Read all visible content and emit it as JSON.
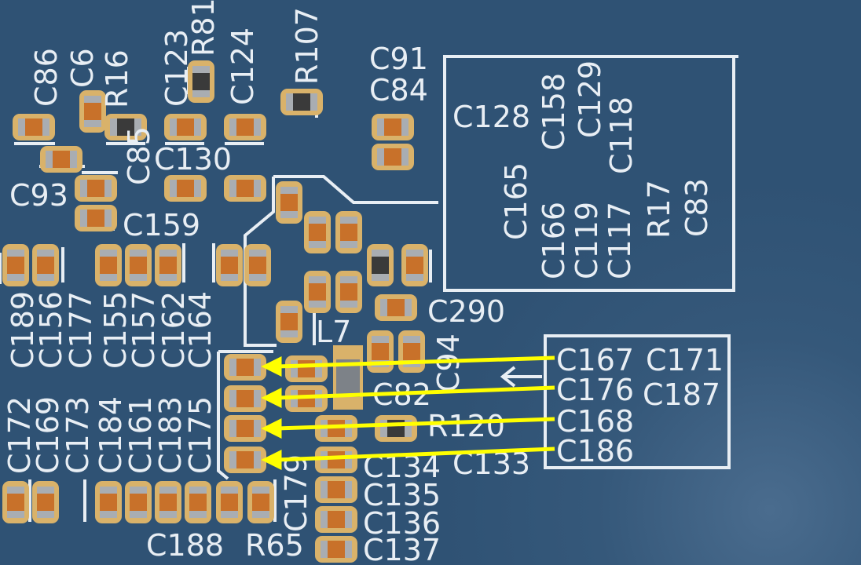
{
  "colors": {
    "board": "#2f5274",
    "silkscreen": "#e8eef4",
    "pad": "#d9b26a",
    "body": "#c8712a",
    "end_cap": "#a9adb2",
    "resistor_body": "#3a3a3a",
    "arrow": "#ffff00"
  },
  "labels_horizontal": [
    {
      "text": "C91",
      "id": "label-c91"
    },
    {
      "text": "C84",
      "id": "label-c84"
    },
    {
      "text": "C128",
      "id": "label-c128"
    },
    {
      "text": "C130",
      "id": "label-c130"
    },
    {
      "text": "C93",
      "id": "label-c93"
    },
    {
      "text": "C159",
      "id": "label-c159"
    },
    {
      "text": "C290",
      "id": "label-c290"
    },
    {
      "text": "L7",
      "id": "label-l7"
    },
    {
      "text": "C82",
      "id": "label-c82"
    },
    {
      "text": "R120",
      "id": "label-r120"
    },
    {
      "text": "C134",
      "id": "label-c134"
    },
    {
      "text": "C133",
      "id": "label-c133"
    },
    {
      "text": "C135",
      "id": "label-c135"
    },
    {
      "text": "C136",
      "id": "label-c136"
    },
    {
      "text": "C137",
      "id": "label-c137"
    },
    {
      "text": "C188",
      "id": "label-c188"
    },
    {
      "text": "R65",
      "id": "label-r65"
    },
    {
      "text": "C167",
      "id": "label-c167"
    },
    {
      "text": "C171",
      "id": "label-c171"
    },
    {
      "text": "C176",
      "id": "label-c176"
    },
    {
      "text": "C187",
      "id": "label-c187"
    },
    {
      "text": "C168",
      "id": "label-c168"
    },
    {
      "text": "C186",
      "id": "label-c186"
    }
  ],
  "labels_vertical": [
    {
      "text": "R81",
      "id": "label-r81"
    },
    {
      "text": "R107",
      "id": "label-r107"
    },
    {
      "text": "C86",
      "id": "label-c86"
    },
    {
      "text": "C6",
      "id": "label-c6"
    },
    {
      "text": "R16",
      "id": "label-r16"
    },
    {
      "text": "C123",
      "id": "label-c123"
    },
    {
      "text": "C124",
      "id": "label-c124"
    },
    {
      "text": "C85",
      "id": "label-c85"
    },
    {
      "text": "C158",
      "id": "label-c158"
    },
    {
      "text": "C129",
      "id": "label-c129"
    },
    {
      "text": "C118",
      "id": "label-c118"
    },
    {
      "text": "C165",
      "id": "label-c165"
    },
    {
      "text": "C166",
      "id": "label-c166"
    },
    {
      "text": "C119",
      "id": "label-c119"
    },
    {
      "text": "C117",
      "id": "label-c117"
    },
    {
      "text": "R17",
      "id": "label-r17"
    },
    {
      "text": "C83",
      "id": "label-c83"
    },
    {
      "text": "C189",
      "id": "label-c189"
    },
    {
      "text": "C156",
      "id": "label-c156"
    },
    {
      "text": "C177",
      "id": "label-c177"
    },
    {
      "text": "C155",
      "id": "label-c155"
    },
    {
      "text": "C157",
      "id": "label-c157"
    },
    {
      "text": "C162",
      "id": "label-c162"
    },
    {
      "text": "C164",
      "id": "label-c164"
    },
    {
      "text": "C172",
      "id": "label-c172"
    },
    {
      "text": "C169",
      "id": "label-c169"
    },
    {
      "text": "C173",
      "id": "label-c173"
    },
    {
      "text": "C184",
      "id": "label-c184"
    },
    {
      "text": "C161",
      "id": "label-c161"
    },
    {
      "text": "C183",
      "id": "label-c183"
    },
    {
      "text": "C175",
      "id": "label-c175"
    },
    {
      "text": "C179",
      "id": "label-c179"
    },
    {
      "text": "C94",
      "id": "label-c94"
    }
  ]
}
